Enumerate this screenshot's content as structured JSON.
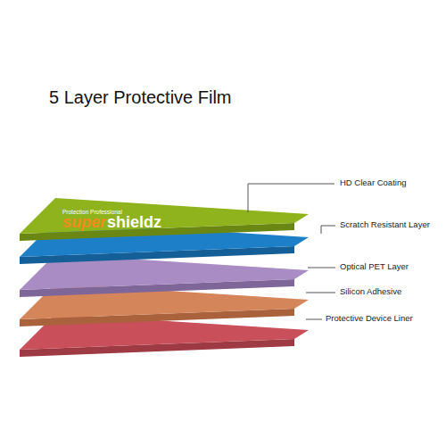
{
  "diagram": {
    "title": "5 Layer Protective Film",
    "labels": [
      "HD Clear Coating",
      "Scratch Resistant Layer",
      "Optical PET Layer",
      "Silicon Adhesive",
      "Protective Device Liner",
      "Protection Professional",
      "super",
      "shieldz"
    ]
  }
}
